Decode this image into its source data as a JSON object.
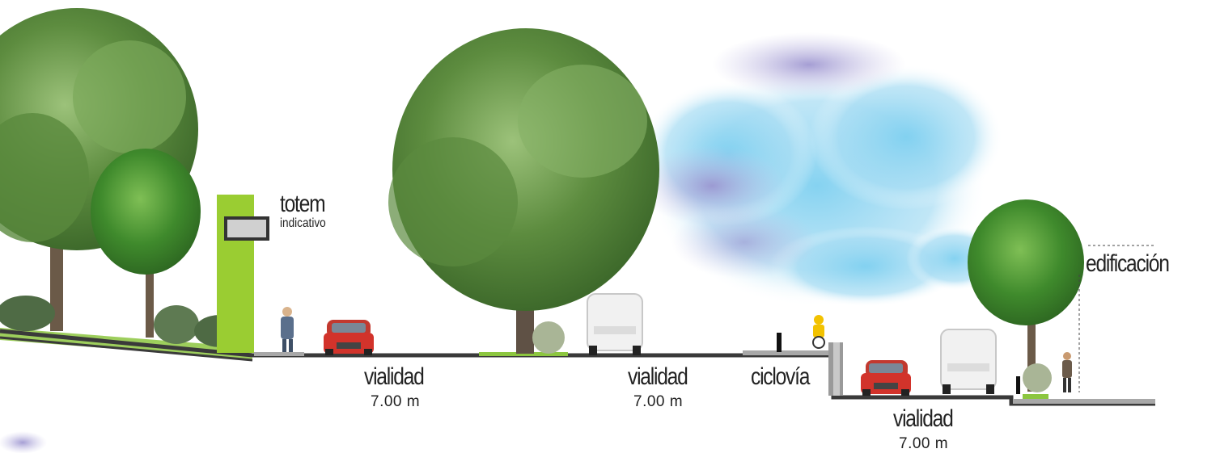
{
  "labels": {
    "totem_title": "totem",
    "totem_sub": "indicativo",
    "edificacion": "edificación",
    "ciclovia": "ciclovía",
    "road1_name": "vialidad",
    "road1_width": "7.00 m",
    "road2_name": "vialidad",
    "road2_width": "7.00 m",
    "road3_name": "vialidad",
    "road3_width": "7.00 m"
  },
  "colors": {
    "ground": "#3a3a3a",
    "grass": "#8cc63f",
    "totem": "#9acd32",
    "sidewalk": "#a8a8a8",
    "tree_dark": "#3f6b2c",
    "tree_mid": "#5f8f3e",
    "tree_light": "#8fb868",
    "trunk": "#6b5a48",
    "car": "#d2332b",
    "van": "#f1f1f1",
    "sky_blue": "#8fd3ee",
    "sky_purple": "#a99fd2"
  },
  "icons": [
    "tree-icon",
    "shrub-icon",
    "car-icon",
    "van-icon",
    "pedestrian-icon",
    "cyclist-icon",
    "bollard-icon",
    "cloud-icon",
    "totem-sign-icon"
  ]
}
